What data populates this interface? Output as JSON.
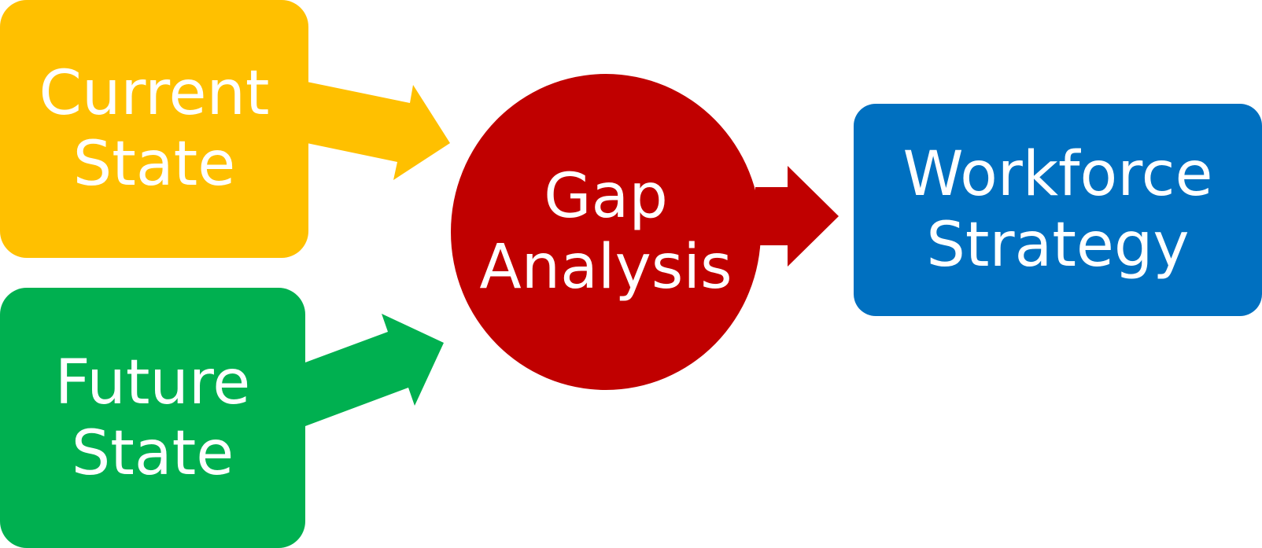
{
  "nodes": {
    "current_state": {
      "line1": "Current",
      "line2": "State",
      "color": "#FFC000"
    },
    "future_state": {
      "line1": "Future",
      "line2": "State",
      "color": "#00B050"
    },
    "gap_analysis": {
      "line1": "Gap",
      "line2": "Analysis",
      "color": "#C00000"
    },
    "workforce_strategy": {
      "line1": "Workforce",
      "line2": "Strategy",
      "color": "#0070C0"
    }
  },
  "arrows": {
    "current_to_gap": {
      "color": "#FFC000"
    },
    "future_to_gap": {
      "color": "#00B050"
    },
    "gap_to_workforce": {
      "color": "#C00000"
    }
  }
}
